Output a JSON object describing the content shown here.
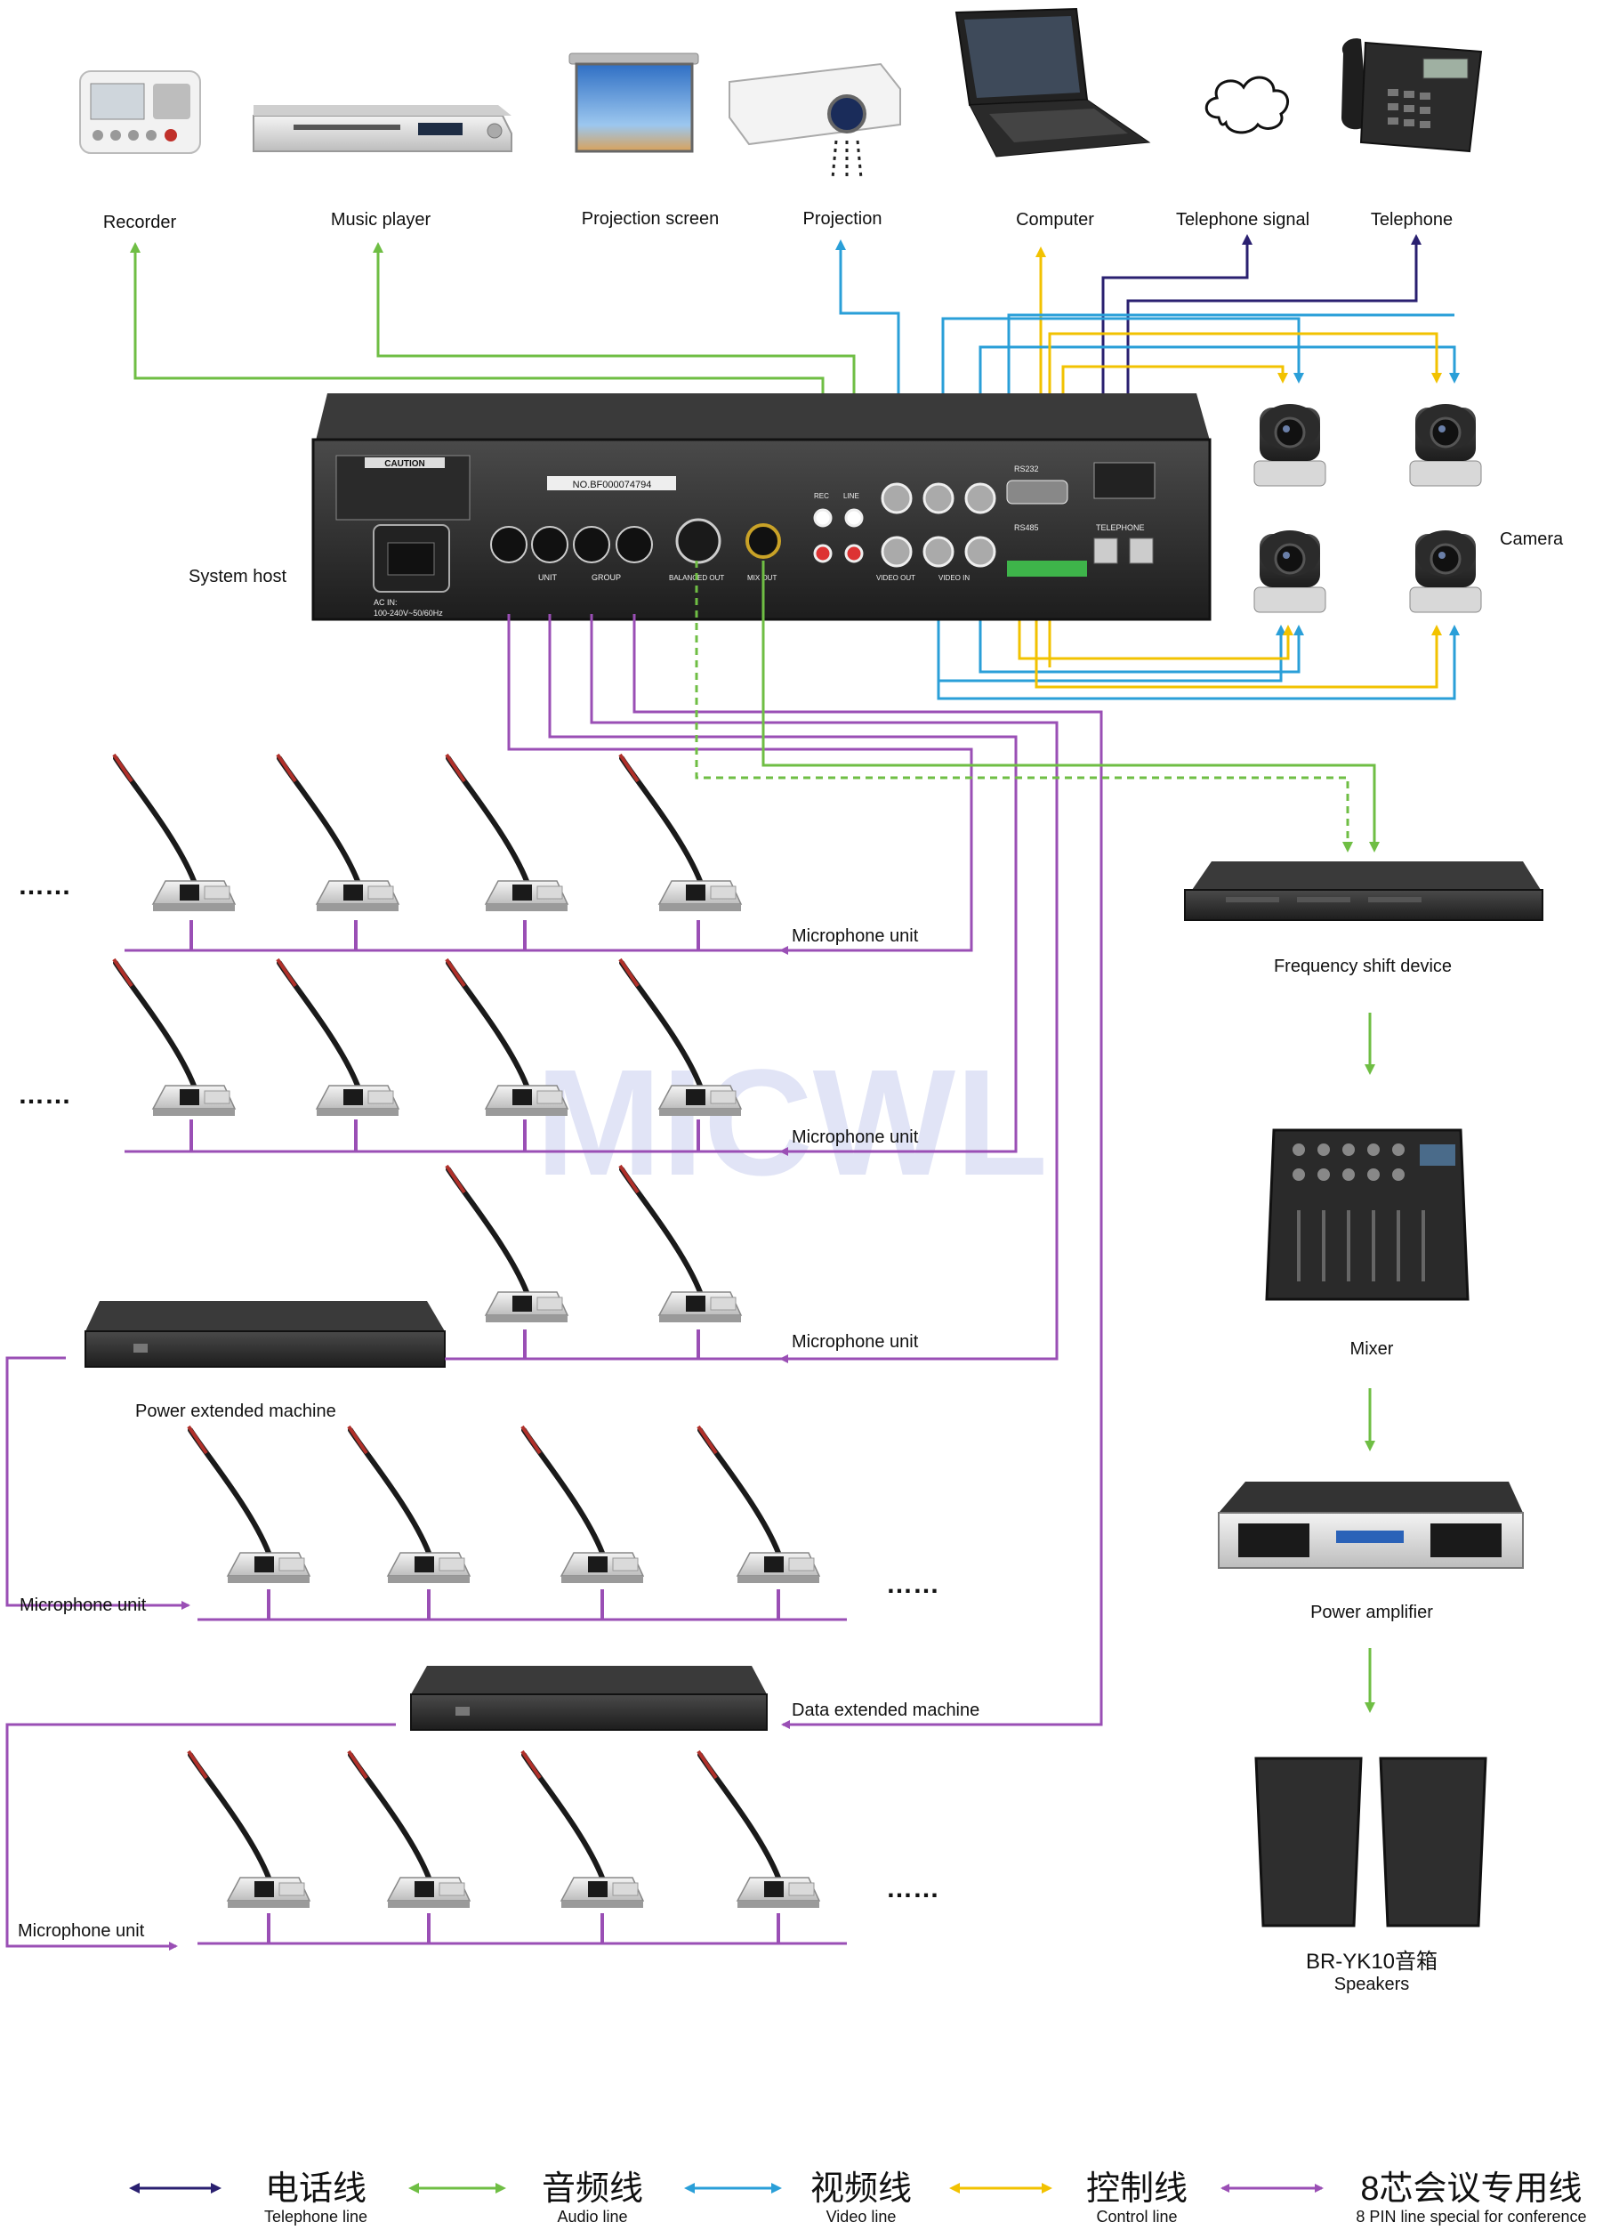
{
  "devices": {
    "recorder": "Recorder",
    "music_player": "Music player",
    "projection_screen": "Projection screen",
    "projection": "Projection",
    "computer": "Computer",
    "telephone_signal": "Telephone signal",
    "telephone": "Telephone",
    "system_host": "System host",
    "camera": "Camera",
    "frequency_shift_device": "Frequency shift device",
    "mixer": "Mixer",
    "power_amplifier": "Power amplifier",
    "speakers_model": "BR-YK10音箱",
    "speakers": "Speakers",
    "power_extended_machine": "Power extended machine",
    "data_extended_machine": "Data extended machine"
  },
  "microphone_unit_label": "Microphone unit",
  "ellipsis": "……",
  "host_panel": {
    "caution": "CAUTION",
    "serial": "NO.BF000074794",
    "ac_in": "AC IN:",
    "ac_spec": "100-240V~50/60Hz",
    "sections": [
      "UNIT",
      "GROUP",
      "BALANCED OUT",
      "MIX OUT",
      "REC",
      "LINE",
      "VIDEO OUT",
      "VIDEO IN",
      "RS232",
      "RS485",
      "TELEPHONE"
    ]
  },
  "watermark": "MICWL",
  "legend": [
    {
      "zh": "电话线",
      "en": "Telephone line",
      "color": "#2a2070"
    },
    {
      "zh": "音频线",
      "en": "Audio line",
      "color": "#6fbe44"
    },
    {
      "zh": "视频线",
      "en": "Video line",
      "color": "#2a9fd8"
    },
    {
      "zh": "控制线",
      "en": "Control line",
      "color": "#f2c200"
    },
    {
      "zh": "8芯会议专用线",
      "en": "8 PIN line special for conference",
      "color": "#9a4fb5"
    }
  ],
  "colors": {
    "telephone": "#2a2070",
    "audio": "#6fbe44",
    "video": "#2a9fd8",
    "control": "#f2c200",
    "conference": "#9a4fb5"
  }
}
